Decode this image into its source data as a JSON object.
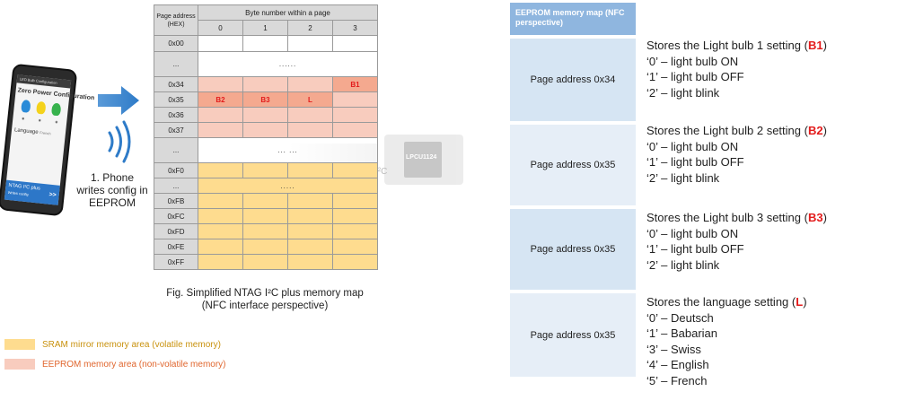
{
  "phone": {
    "app_title": "Zero Power Configuration",
    "app_bar": "LED Bulb Configuration",
    "language_label": "Language",
    "language_value": "French",
    "bottom_line1": "NTAG I²C plus",
    "bottom_line2": "Writes config",
    "bottom_chevron": ">>",
    "caption": "1. Phone writes config in EEPROM"
  },
  "memory_map": {
    "header_addr": "Page address (HEX)",
    "header_bytes": "Byte number within a page",
    "byte_cols": [
      "0",
      "1",
      "2",
      "3"
    ],
    "rows": [
      {
        "addr": "0x00",
        "cells": [
          "",
          "",
          "",
          ""
        ]
      },
      {
        "addr": "...",
        "span": "......"
      },
      {
        "addr": "0x34",
        "cells": [
          "",
          "",
          "",
          "B1"
        ]
      },
      {
        "addr": "0x35",
        "cells": [
          "B2",
          "B3",
          "L",
          ""
        ]
      },
      {
        "addr": "0x36",
        "cells": [
          "",
          "",
          "",
          ""
        ]
      },
      {
        "addr": "0x37",
        "cells": [
          "",
          "",
          "",
          ""
        ]
      },
      {
        "addr": "...",
        "span": "... ..."
      },
      {
        "addr": "0xF0",
        "cells": [
          "",
          "",
          "",
          ""
        ]
      },
      {
        "addr": "...",
        "span": "....."
      },
      {
        "addr": "0xFB",
        "cells": [
          "",
          "",
          "",
          ""
        ]
      },
      {
        "addr": "0xFC",
        "cells": [
          "",
          "",
          "",
          ""
        ]
      },
      {
        "addr": "0xFD",
        "cells": [
          "",
          "",
          "",
          ""
        ]
      },
      {
        "addr": "0xFE",
        "cells": [
          "",
          "",
          "",
          ""
        ]
      },
      {
        "addr": "0xFF",
        "cells": [
          "",
          "",
          "",
          ""
        ]
      }
    ],
    "caption_line1": "Fig. Simplified NTAG I²C plus memory map",
    "caption_line2": "(NFC interface perspective)"
  },
  "background": {
    "chip_label": "LPCU1124",
    "i2c_label": "I²C"
  },
  "legend": {
    "sram": "SRAM mirror memory area (volatile memory)",
    "eeprom": "EEPROM memory area (non-volatile memory)",
    "sram_color": "#fedc8f",
    "eeprom_color": "#f8ccbe"
  },
  "eeprom_panel": {
    "header": "EEPROM memory map (NFC perspective)",
    "blocks": [
      {
        "label": "Page address 0x34"
      },
      {
        "label": "Page address  0x35"
      },
      {
        "label": "Page address  0x35"
      },
      {
        "label": "Page address  0x35"
      }
    ]
  },
  "descriptions": [
    {
      "prefix": "Stores the Light bulb 1 setting (",
      "key": "B1",
      "suffix": ")",
      "lines": [
        "‘0’ – light bulb ON",
        "‘1’ – light bulb OFF",
        "‘2’ – light blink"
      ]
    },
    {
      "prefix": "Stores the Light bulb 2 setting (",
      "key": "B2",
      "suffix": ")",
      "lines": [
        "‘0’ – light bulb ON",
        "‘1’ – light bulb OFF",
        "‘2’ – light blink"
      ]
    },
    {
      "prefix": "Stores the Light bulb 3 setting (",
      "key": "B3",
      "suffix": ")",
      "lines": [
        "‘0’ – light bulb ON",
        "‘1’ – light bulb OFF",
        "‘2’ – light blink"
      ]
    },
    {
      "prefix": "Stores the language  setting (",
      "key": "L",
      "suffix": ")",
      "lines": [
        "‘0’ – Deutsch",
        "‘1’ – Babarian",
        "‘3’ – Swiss",
        "‘4’ – English",
        "‘5’ – French"
      ]
    }
  ],
  "colors": {
    "accent_blue": "#2e7bc8",
    "highlight_red": "#e31b1b",
    "eeprom_strong": "#f4a98f"
  }
}
